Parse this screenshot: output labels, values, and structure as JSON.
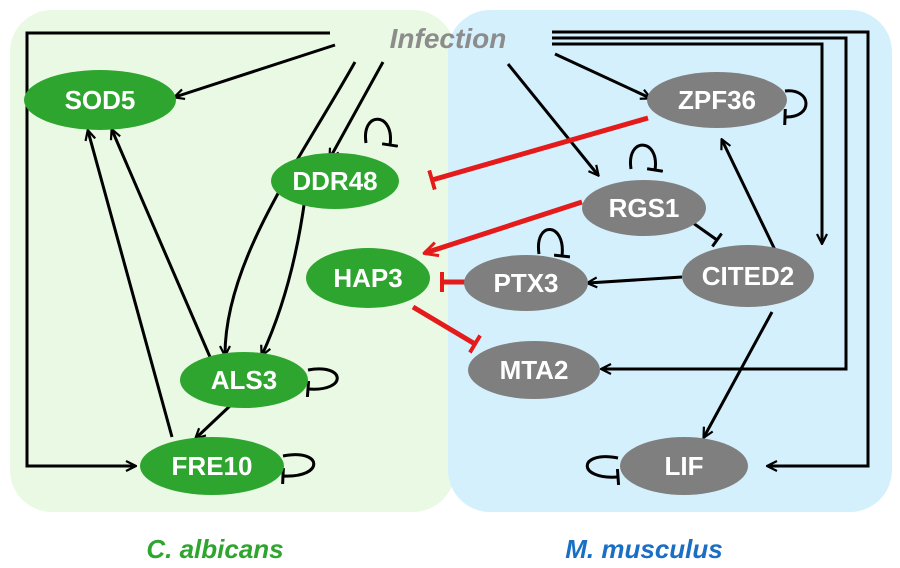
{
  "infection_label": "Infection",
  "species": {
    "left": "C. albicans",
    "right": "M. musculus"
  },
  "colors": {
    "left_panel": "#e9f9e3",
    "right_panel": "#d4f0fc",
    "fungal_node": "#2ea52e",
    "host_node": "#7f7f7f",
    "activation_edge": "#000000",
    "inhibition_edge": "#e51a1a",
    "left_species_text": "#2ea52e",
    "right_species_text": "#1a6fc4",
    "infection_text": "#8c8c8c"
  },
  "nodes": {
    "sod5": "SOD5",
    "ddr48": "DDR48",
    "hap3": "HAP3",
    "als3": "ALS3",
    "fre10": "FRE10",
    "zpf36": "ZPF36",
    "rgs1": "RGS1",
    "ptx3": "PTX3",
    "cited2": "CITED2",
    "mta2": "MTA2",
    "lif": "LIF"
  }
}
